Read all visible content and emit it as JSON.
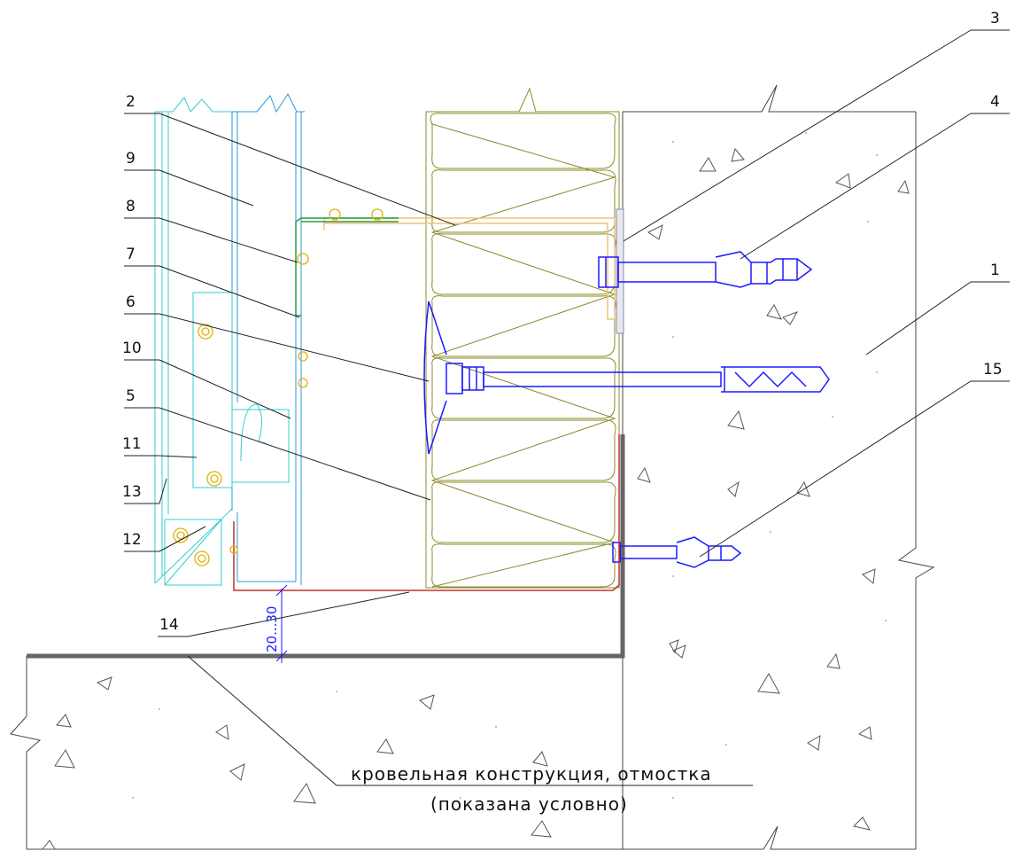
{
  "callouts": [
    {
      "id": "1",
      "text": "1"
    },
    {
      "id": "2",
      "text": "2"
    },
    {
      "id": "3",
      "text": "3"
    },
    {
      "id": "4",
      "text": "4"
    },
    {
      "id": "5",
      "text": "5"
    },
    {
      "id": "6",
      "text": "6"
    },
    {
      "id": "7",
      "text": "7"
    },
    {
      "id": "8",
      "text": "8"
    },
    {
      "id": "9",
      "text": "9"
    },
    {
      "id": "10",
      "text": "10"
    },
    {
      "id": "11",
      "text": "11"
    },
    {
      "id": "12",
      "text": "12"
    },
    {
      "id": "13",
      "text": "13"
    },
    {
      "id": "14",
      "text": "14"
    },
    {
      "id": "15",
      "text": "15"
    }
  ],
  "dimension": {
    "text": "20...30"
  },
  "note": {
    "line1": "кровельная конструкция, отмостка",
    "line2": "(показана условно)"
  },
  "colors": {
    "concrete": "#444444",
    "insulation": "#8b8b2a",
    "bracket": "#f0c27a",
    "anchors": "#1a1aff",
    "cladding": "#33cccc",
    "profile": "#2a9ad8",
    "flashing": "#c03030",
    "rivets": "#e0b000",
    "base_line": "#666666"
  }
}
